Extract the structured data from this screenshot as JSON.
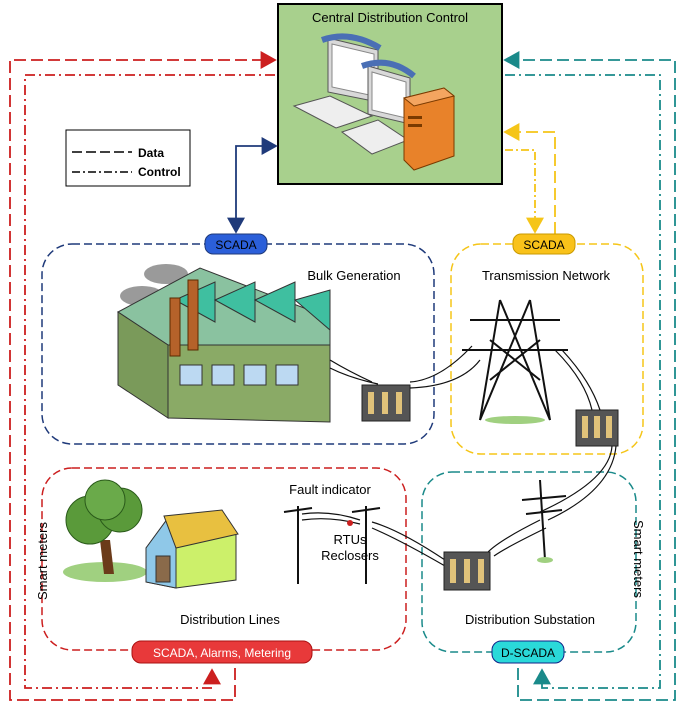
{
  "control_center": {
    "title": "Central Distribution Control"
  },
  "legend": {
    "data_label": "Data",
    "control_label": "Control"
  },
  "zones": {
    "bulk_generation": {
      "label": "Bulk Generation",
      "tag": "SCADA"
    },
    "transmission": {
      "label": "Transmission Network",
      "tag": "SCADA"
    },
    "distribution_lines": {
      "label": "Distribution Lines",
      "tag": "SCADA, Alarms, Metering"
    },
    "distribution_substation": {
      "label": "Distribution Substation",
      "tag": "D-SCADA"
    }
  },
  "annotations": {
    "fault_indicator": "Fault indicator",
    "rtus": "RTUs",
    "reclosers": "Reclosers",
    "smart_meters_left": "Smart meters",
    "smart_meters_right": "Smart meters"
  },
  "colors": {
    "red": "#cc1f1f",
    "blue": "#1f3a7a",
    "yellow": "#f5c518",
    "teal": "#1a8a8a",
    "cc_fill": "#a8d08d",
    "scada_blue_tag": "#2b5fd9",
    "scada_yellow_tag": "#f9c21a",
    "red_tag": "#e8393a",
    "cyan_tag": "#2ad9d9"
  }
}
